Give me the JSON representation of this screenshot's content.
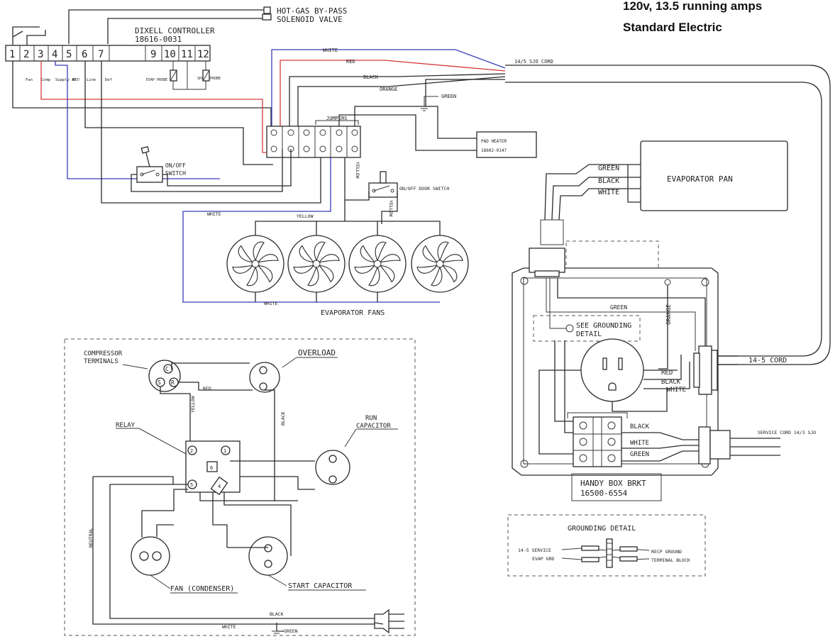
{
  "header": {
    "spec_line": "120v, 13.5 running amps",
    "brand_line": "Standard Electric"
  },
  "controller": {
    "title": "DIXELL CONTROLLER",
    "part": "18616-0031",
    "terminals": [
      "1",
      "2",
      "3",
      "4",
      "5",
      "6",
      "7",
      "9",
      "10",
      "11",
      "12"
    ],
    "sublabels": [
      "Fan",
      "Comp",
      "Supply AC",
      "EEV",
      "Line",
      "Def",
      "EVAP PROBE",
      "SPACE PROBE"
    ]
  },
  "solenoid": {
    "line1": "HOT-GAS BY-PASS",
    "line2": "SOLENOID VALVE"
  },
  "wires": {
    "white": "WHITE",
    "red": "RED",
    "black": "BLACK",
    "orange": "ORANGE",
    "green": "GREEN",
    "yellow": "YELLOW",
    "neutral": "NEUTRAL"
  },
  "cord_label": "14/5 SJO CORD",
  "jumpers": "JUMPERS",
  "pad_heater": {
    "line1": "PAD HEATER",
    "line2": "18602-0147"
  },
  "switches": {
    "onoff_line1": "ON/OFF",
    "onoff_line2": "SWITCH",
    "door": "ON/OFF DOOR SWITCH"
  },
  "evap_fans": "EVAPORATOR FANS",
  "evap_pan": "EVAPORATOR PAN",
  "pan_wires": [
    "GREEN",
    "BLACK",
    "WHITE"
  ],
  "handy_box": {
    "ground_detail_line1": "SEE GROUNDING",
    "ground_detail_line2": "DETAIL",
    "cord": "14-5 CORD",
    "service_cord": "SERVICE CORD 14/3 SJO",
    "bracket_line1": "HANDY BOX BRKT",
    "bracket_line2": "16500-6554",
    "receptacle_wires": [
      "RED",
      "BLACK",
      "WHITE"
    ],
    "block_wires": [
      "BLACK",
      "WHITE",
      "GREEN"
    ]
  },
  "grounding_detail": {
    "title": "GROUNDING DETAIL",
    "left1": "14-5 SERVICE",
    "left2": "EVAP GRD",
    "right1": "RECP GROUND",
    "right2": "TERMINAL BLOCK"
  },
  "compressor": {
    "terminals": "COMPRESSOR",
    "terminals2": "TERMINALS",
    "overload": "OVERLOAD",
    "relay": "RELAY",
    "run_cap1": "RUN",
    "run_cap2": "CAPACITOR",
    "fan": "FAN (CONDENSER)",
    "start_cap": "START CAPACITOR",
    "pin_c": "C",
    "pin_s": "S",
    "pin_r": "R",
    "relay_pins": [
      "2",
      "1",
      "5",
      "4",
      "6"
    ]
  }
}
